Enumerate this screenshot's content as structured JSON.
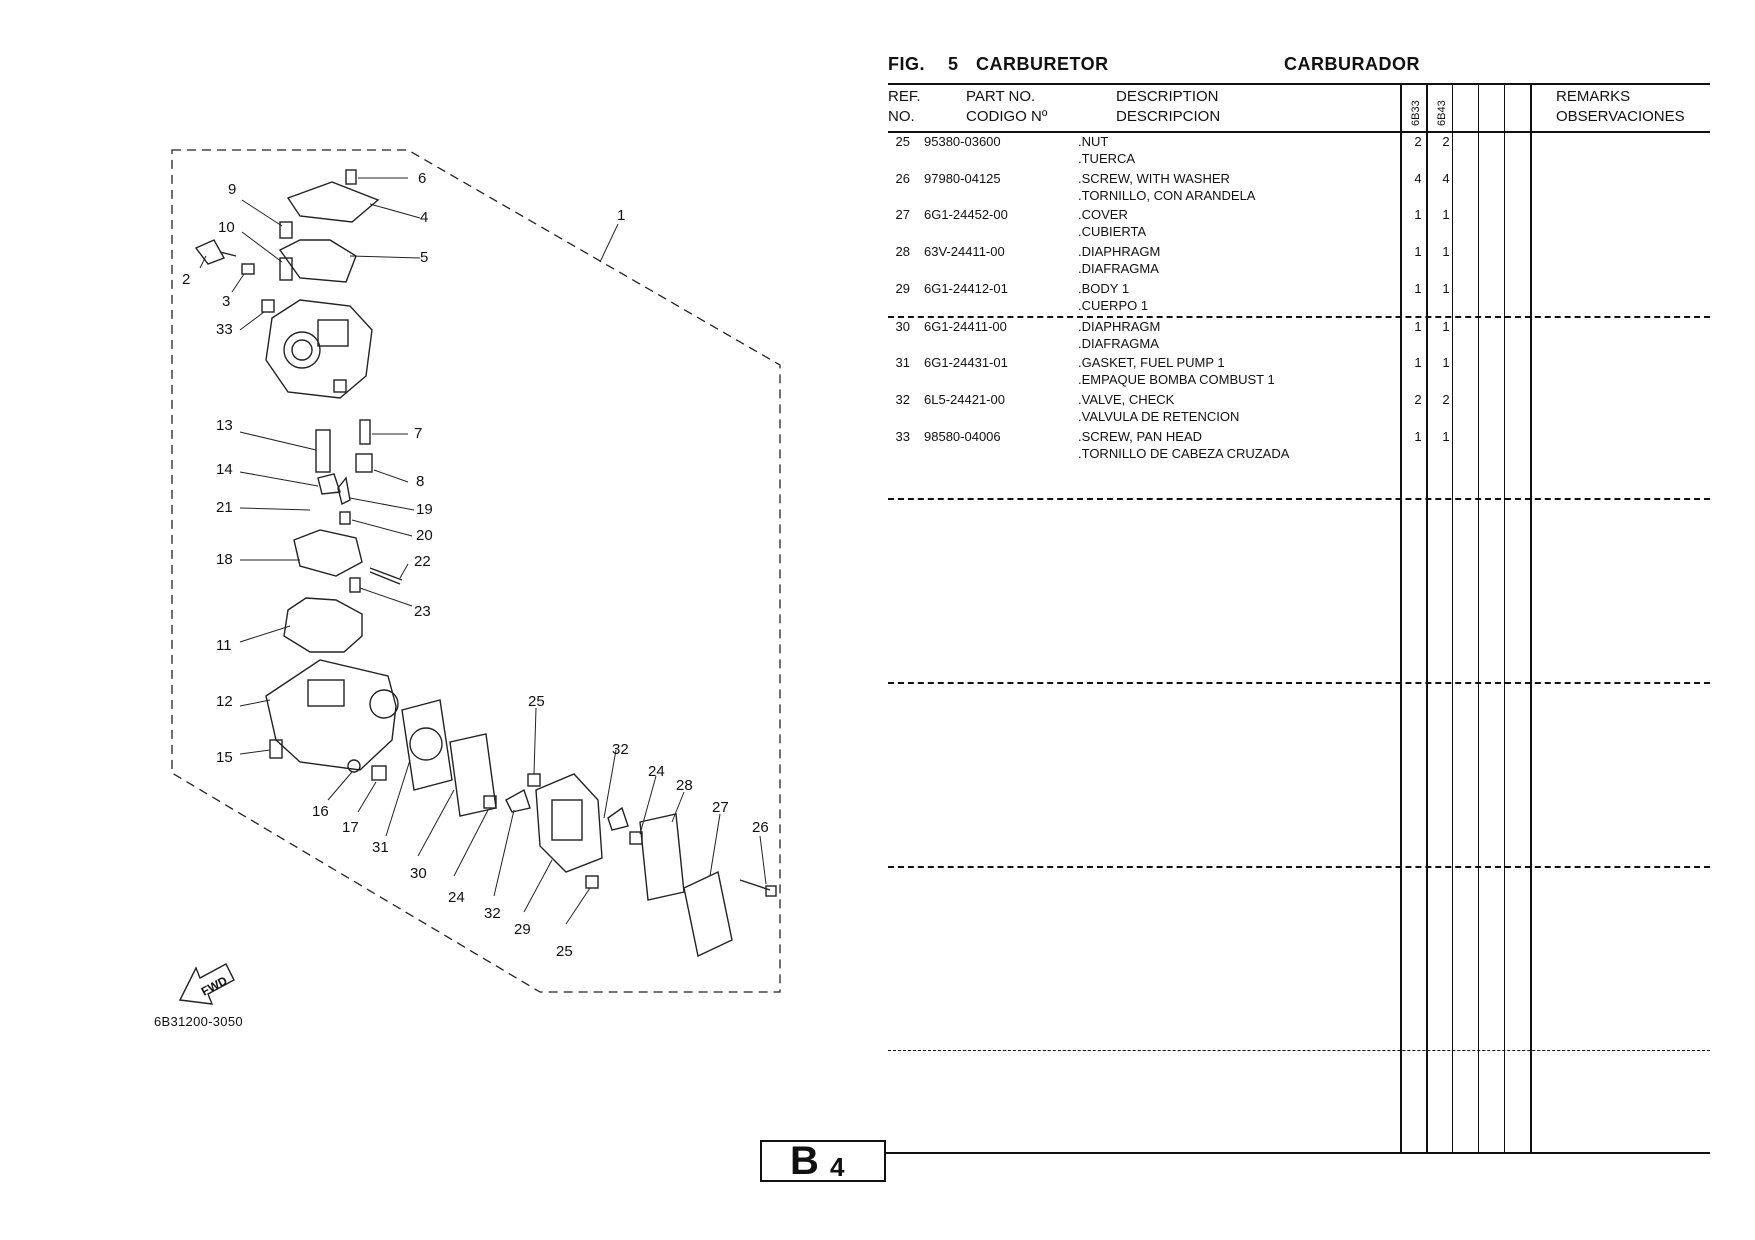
{
  "header": {
    "fig_label": "FIG.",
    "fig_number": "5",
    "title_en": "CARBURETOR",
    "title_es": "CARBURADOR"
  },
  "columns": {
    "ref_line1": "REF.",
    "ref_line2": "NO.",
    "part_line1": "PART NO.",
    "part_line2": "CODIGO Nº",
    "desc_line1": "DESCRIPTION",
    "desc_line2": "DESCRIPCION",
    "model1": "6B33",
    "model2": "6B43",
    "remarks_line1": "REMARKS",
    "remarks_line2": "OBSERVACIONES"
  },
  "parts": [
    {
      "ref": "25",
      "part_no": "95380-03600",
      "desc_en": ".NUT",
      "desc_es": ".TUERCA",
      "qty1": "2",
      "qty2": "2"
    },
    {
      "ref": "26",
      "part_no": "97980-04125",
      "desc_en": ".SCREW, WITH WASHER",
      "desc_es": ".TORNILLO, CON ARANDELA",
      "qty1": "4",
      "qty2": "4"
    },
    {
      "ref": "27",
      "part_no": "6G1-24452-00",
      "desc_en": ".COVER",
      "desc_es": ".CUBIERTA",
      "qty1": "1",
      "qty2": "1"
    },
    {
      "ref": "28",
      "part_no": "63V-24411-00",
      "desc_en": ".DIAPHRAGM",
      "desc_es": ".DIAFRAGMA",
      "qty1": "1",
      "qty2": "1"
    },
    {
      "ref": "29",
      "part_no": "6G1-24412-01",
      "desc_en": ".BODY 1",
      "desc_es": ".CUERPO 1",
      "qty1": "1",
      "qty2": "1"
    },
    {
      "ref": "30",
      "part_no": "6G1-24411-00",
      "desc_en": ".DIAPHRAGM",
      "desc_es": ".DIAFRAGMA",
      "qty1": "1",
      "qty2": "1"
    },
    {
      "ref": "31",
      "part_no": "6G1-24431-01",
      "desc_en": ".GASKET, FUEL PUMP 1",
      "desc_es": ".EMPAQUE BOMBA COMBUST 1",
      "qty1": "1",
      "qty2": "1"
    },
    {
      "ref": "32",
      "part_no": "6L5-24421-00",
      "desc_en": ".VALVE, CHECK",
      "desc_es": ".VALVULA DE RETENCION",
      "qty1": "2",
      "qty2": "2"
    },
    {
      "ref": "33",
      "part_no": "98580-04006",
      "desc_en": ".SCREW, PAN HEAD",
      "desc_es": ".TORNILLO DE CABEZA CRUZADA",
      "qty1": "1",
      "qty2": "1"
    }
  ],
  "diagram": {
    "code": "6B31200-3050",
    "fwd_label": "FWD",
    "callouts": [
      "1",
      "2",
      "3",
      "4",
      "5",
      "6",
      "7",
      "8",
      "9",
      "10",
      "11",
      "12",
      "13",
      "14",
      "15",
      "16",
      "17",
      "18",
      "19",
      "20",
      "21",
      "22",
      "23",
      "24",
      "24",
      "25",
      "25",
      "26",
      "27",
      "28",
      "29",
      "30",
      "31",
      "32",
      "32",
      "33"
    ]
  },
  "page": {
    "section_letter": "B",
    "section_number": "4"
  }
}
